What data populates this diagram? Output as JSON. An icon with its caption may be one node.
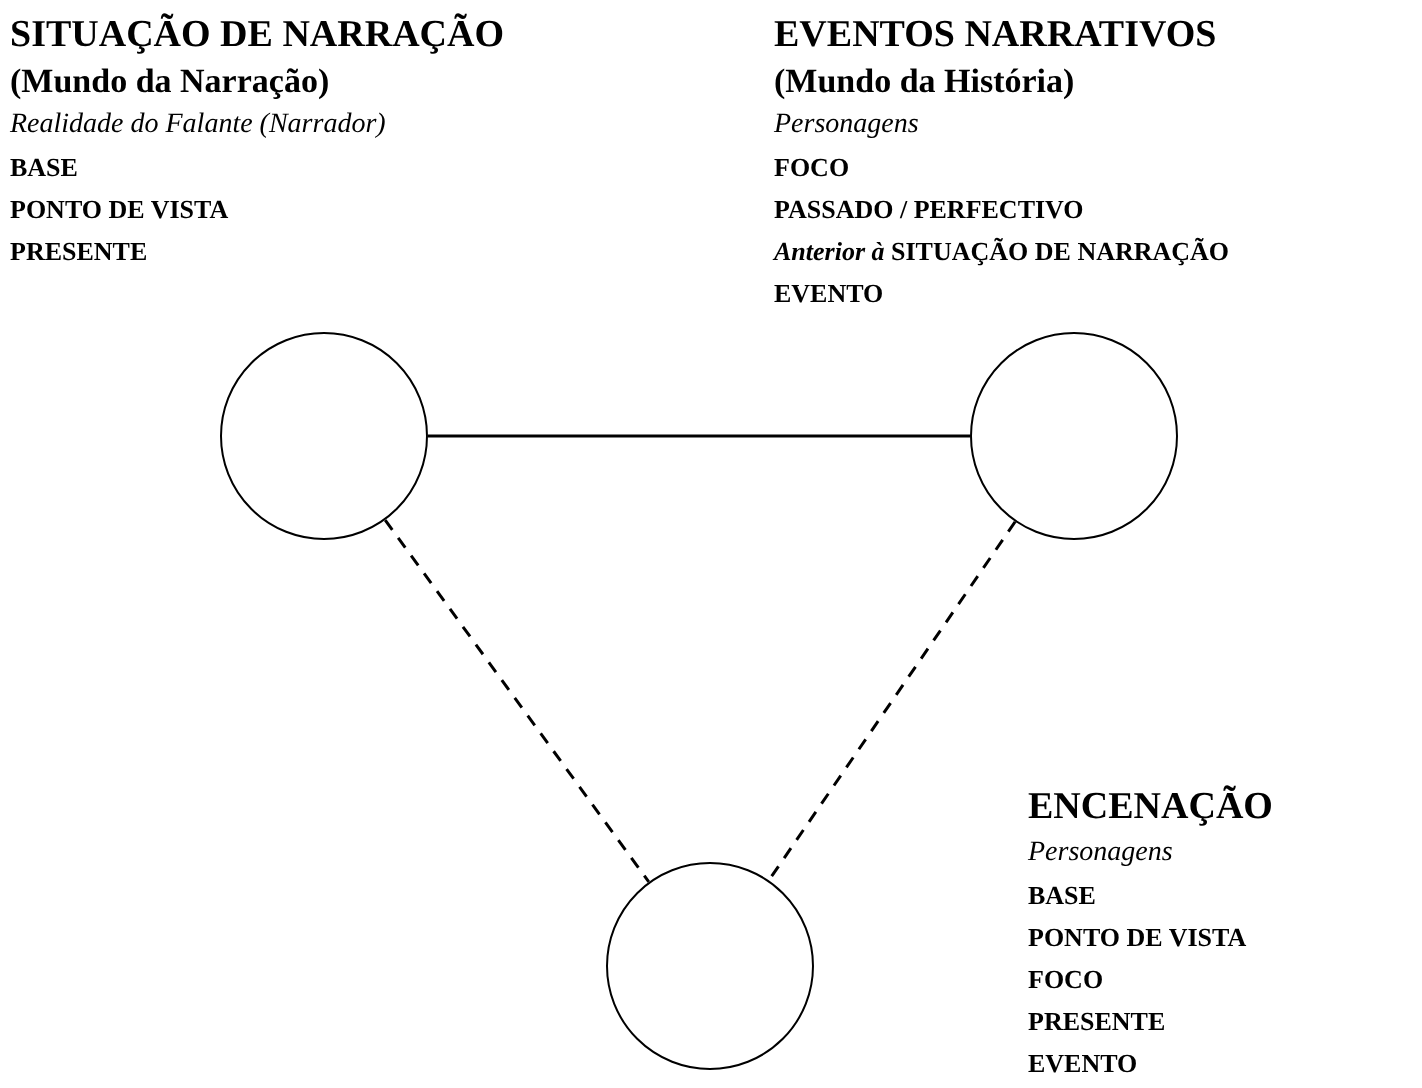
{
  "diagram": {
    "nodes": [
      {
        "text": [],
        "shape": "circle",
        "beside": [
          "SITUAÇÃO DE NARRAÇÃO",
          "(Mundo da Narração)",
          "Realidade do Falante (Narrador)",
          "BASE",
          "PONTO DE VISTA",
          "PRESENTE"
        ]
      },
      {
        "text": [],
        "shape": "circle",
        "beside": [
          "EVENTOS NARRATIVOS",
          "(Mundo da História)",
          "Personagens",
          "FOCO",
          "PASSADO / PERFECTIVO",
          "*Anterior à* SITUAÇÃO DE NARRAÇÃO",
          "EVENTO"
        ]
      },
      {
        "text": [],
        "shape": "circle",
        "beside": [
          "ENCENAÇÃO",
          "Personagens",
          "BASE",
          "PONTO DE VISTA",
          "FOCO",
          "PRESENTE",
          "EVENTO"
        ]
      }
    ],
    "edges": [
      {
        "from": 0,
        "to": 1,
        "arrow": "none"
      },
      {
        "from": 0,
        "to": 2,
        "arrow": "none",
        "style": "dashed"
      },
      {
        "from": 1,
        "to": 2,
        "arrow": "none",
        "style": "dashed"
      }
    ]
  }
}
